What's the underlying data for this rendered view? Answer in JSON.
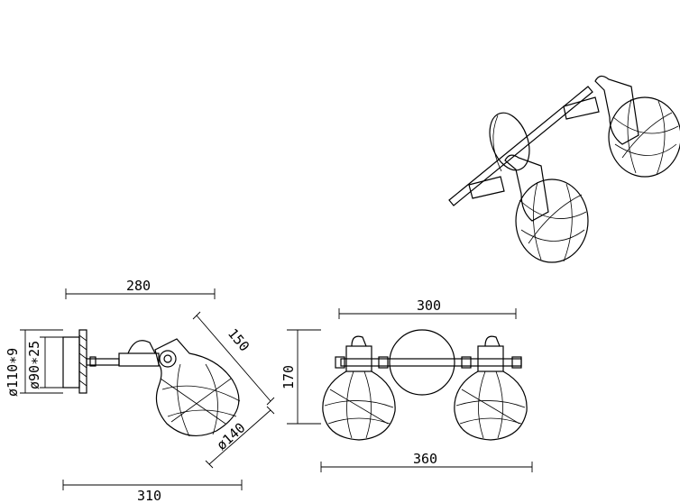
{
  "dimensions": {
    "side_top_width": "280",
    "side_bottom_width": "310",
    "shade_length": "150",
    "shade_diameter": "ø140",
    "plate_outer": "ø110∗9",
    "plate_inner": "ø90∗25",
    "front_top_width": "300",
    "front_height": "170",
    "front_bottom_width": "360"
  }
}
